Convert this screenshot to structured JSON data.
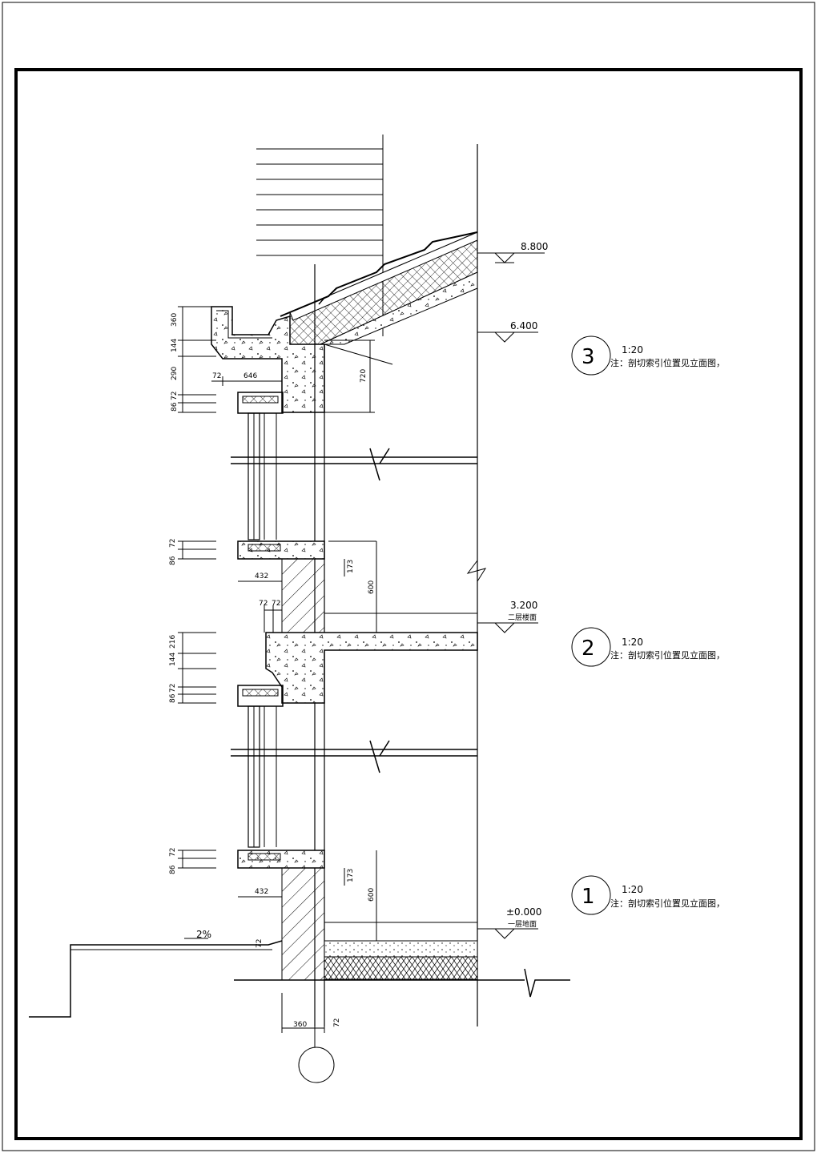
{
  "elevations": [
    {
      "id": "el-8800",
      "text": "8.800"
    },
    {
      "id": "el-6400",
      "text": "6.400"
    },
    {
      "id": "el-3200",
      "text": "3.200",
      "sub": "二层楼面"
    },
    {
      "id": "el-0000",
      "text": "±0.000",
      "sub": "一层地面"
    }
  ],
  "details": [
    {
      "number": "3",
      "scale": "1:20",
      "note": "注：剖切索引位置见立面图，"
    },
    {
      "number": "2",
      "scale": "1:20",
      "note": "注：剖切索引位置见立面图，"
    },
    {
      "number": "1",
      "scale": "1:20",
      "note": "注：剖切索引位置见立面图，"
    }
  ],
  "dimensions": {
    "eave_left": [
      "360",
      "144",
      "290",
      "72",
      "86"
    ],
    "eave_horizontal": [
      "72",
      "646"
    ],
    "eave_right": "720",
    "sill2_left": [
      "72",
      "86"
    ],
    "sill2_horizontal": "432",
    "sill2_right": [
      "173",
      "600"
    ],
    "band_top": [
      "72",
      "72"
    ],
    "floor2_left": [
      "216",
      "144",
      "72",
      "86"
    ],
    "sill1_left": [
      "72",
      "86"
    ],
    "sill1_horizontal": "432",
    "sill1_right": [
      "173",
      "600"
    ],
    "ground_step": "72",
    "slope": "2%",
    "base": [
      "360",
      "72"
    ]
  }
}
